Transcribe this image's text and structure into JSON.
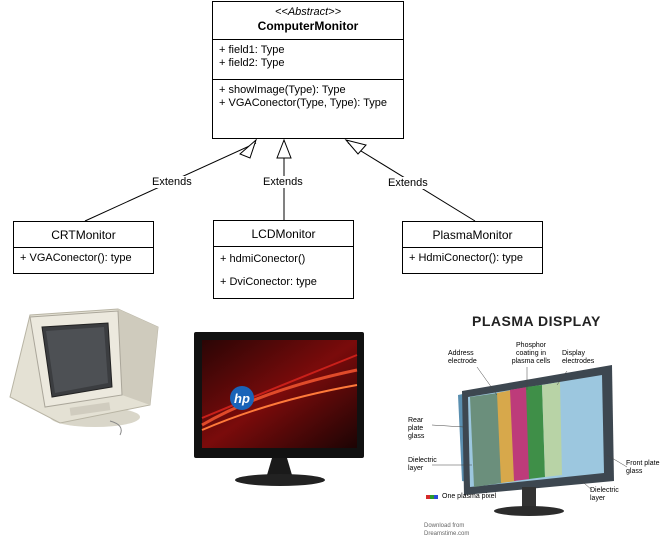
{
  "diagram": {
    "abstract_class": {
      "stereotype": "<<Abstract>>",
      "name": "ComputerMonitor",
      "fields": [
        "+ field1: Type",
        "+ field2: Type"
      ],
      "methods": [
        "+ showImage(Type): Type",
        "+ VGAConector(Type, Type): Type"
      ]
    },
    "subclasses": [
      {
        "name": "CRTMonitor",
        "members": [
          "+ VGAConector(): type"
        ]
      },
      {
        "name": "LCDMonitor",
        "members": [
          "+ hdmiConector()",
          "+ DviConector: type"
        ]
      },
      {
        "name": "PlasmaMonitor",
        "members": [
          "+ HdmiConector(): type"
        ]
      }
    ],
    "relations": [
      {
        "from": "CRTMonitor",
        "to": "ComputerMonitor",
        "label": "Extends"
      },
      {
        "from": "LCDMonitor",
        "to": "ComputerMonitor",
        "label": "Extends"
      },
      {
        "from": "PlasmaMonitor",
        "to": "ComputerMonitor",
        "label": "Extends"
      }
    ]
  },
  "images": {
    "lcd_logo": "hp",
    "plasma": {
      "title": "PLASMA DISPLAY",
      "labels": {
        "address": "Address electrode",
        "phosphor": "Phosphor coating in plasma cells",
        "display": "Display electrodes",
        "rear": "Rear plate glass",
        "dielectric_left": "Dielectric layer",
        "front": "Front plate glass",
        "dielectric_right": "Dielectric layer",
        "pixel": "One plasma pixel"
      },
      "credit_line1": "Download from",
      "credit_line2": "Dreamstime.com"
    }
  }
}
